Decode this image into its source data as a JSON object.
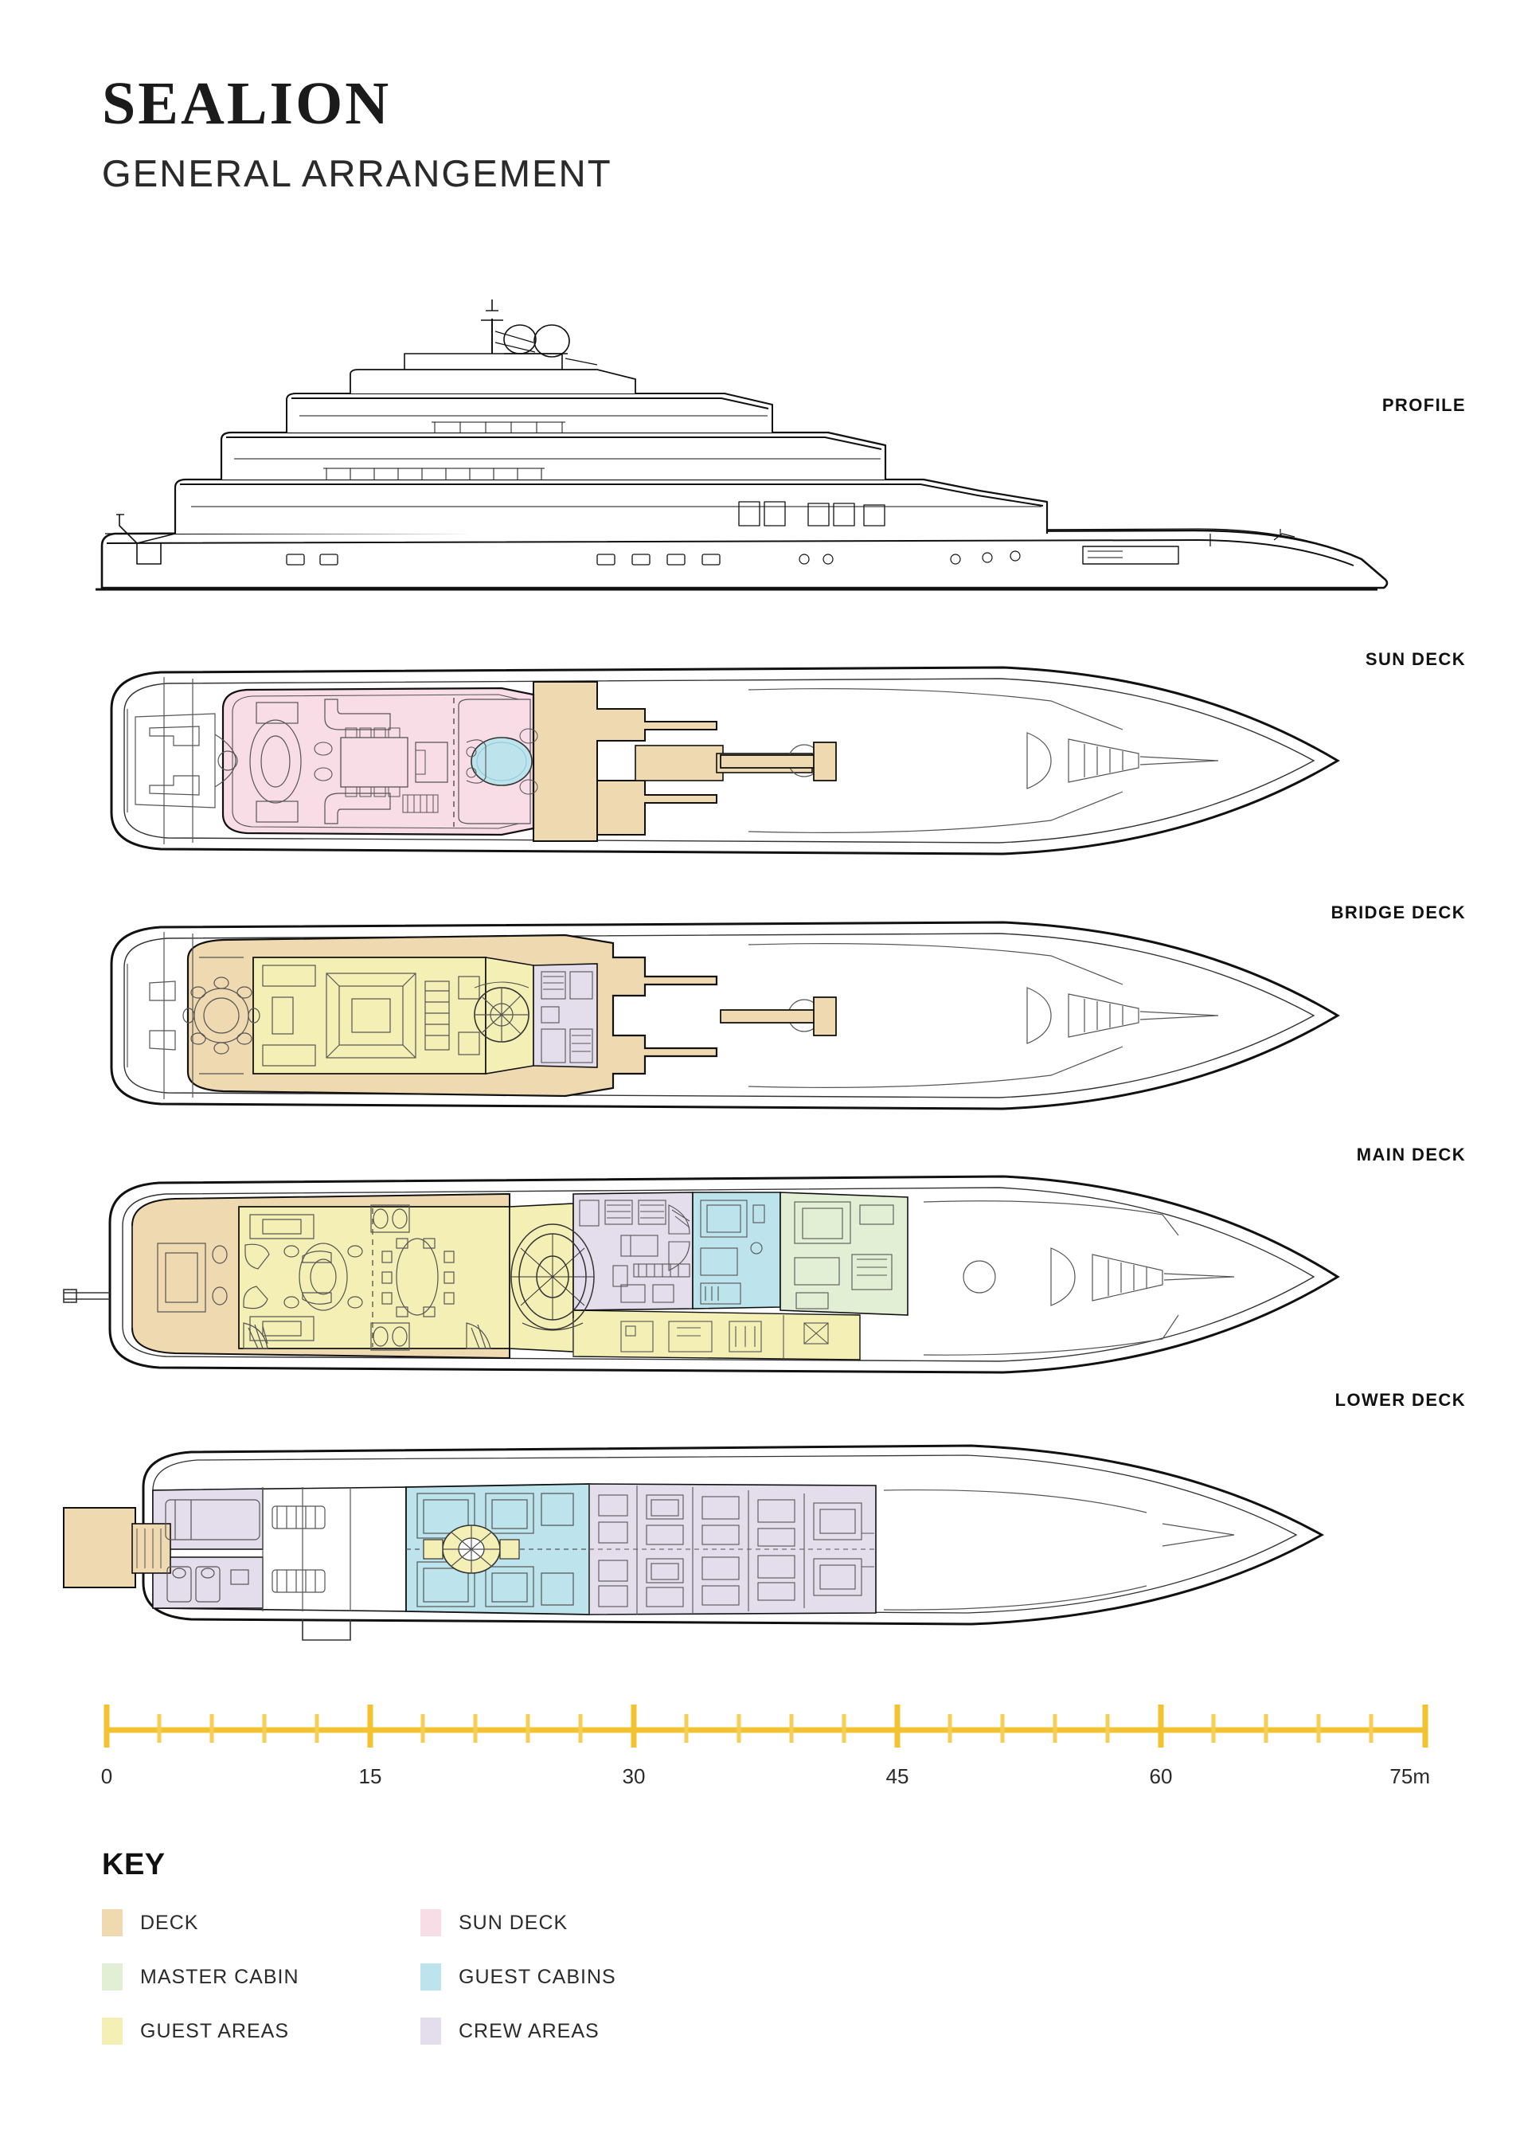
{
  "document": {
    "title": "SEALION",
    "subtitle": "GENERAL ARRANGEMENT"
  },
  "decks": [
    {
      "id": "profile",
      "label": "PROFILE"
    },
    {
      "id": "sun-deck",
      "label": "SUN DECK"
    },
    {
      "id": "bridge-deck",
      "label": "BRIDGE DECK"
    },
    {
      "id": "main-deck",
      "label": "MAIN DECK"
    },
    {
      "id": "lower-deck",
      "label": "LOWER DECK"
    }
  ],
  "scale": {
    "unit": "m",
    "min": 0,
    "max": 75,
    "major_step": 15,
    "minor_step": 3,
    "color": "#F2C230",
    "tick_labels": [
      "0",
      "15",
      "30",
      "45",
      "60",
      "75m"
    ],
    "tick_values": [
      0,
      15,
      30,
      45,
      60,
      75
    ]
  },
  "key": {
    "title": "KEY",
    "items": [
      {
        "label": "DECK",
        "color": "#EFD9B0"
      },
      {
        "label": "SUN DECK",
        "color": "#F8DCE6"
      },
      {
        "label": "MASTER CABIN",
        "color": "#E3EFD4"
      },
      {
        "label": "GUEST CABINS",
        "color": "#BDE3EC"
      },
      {
        "label": "GUEST AREAS",
        "color": "#F4EFB4"
      },
      {
        "label": "CREW AREAS",
        "color": "#E4DEEC"
      }
    ]
  },
  "colors": {
    "deck": "#EFD9B0",
    "sun_deck": "#F8DCE6",
    "master_cabin": "#E3EFD4",
    "guest_cabins": "#BDE3EC",
    "guest_areas": "#F4EFB4",
    "crew_areas": "#E4DEEC",
    "pool": "#BDE3EC",
    "outline": "#111111",
    "detail": "#444444"
  }
}
